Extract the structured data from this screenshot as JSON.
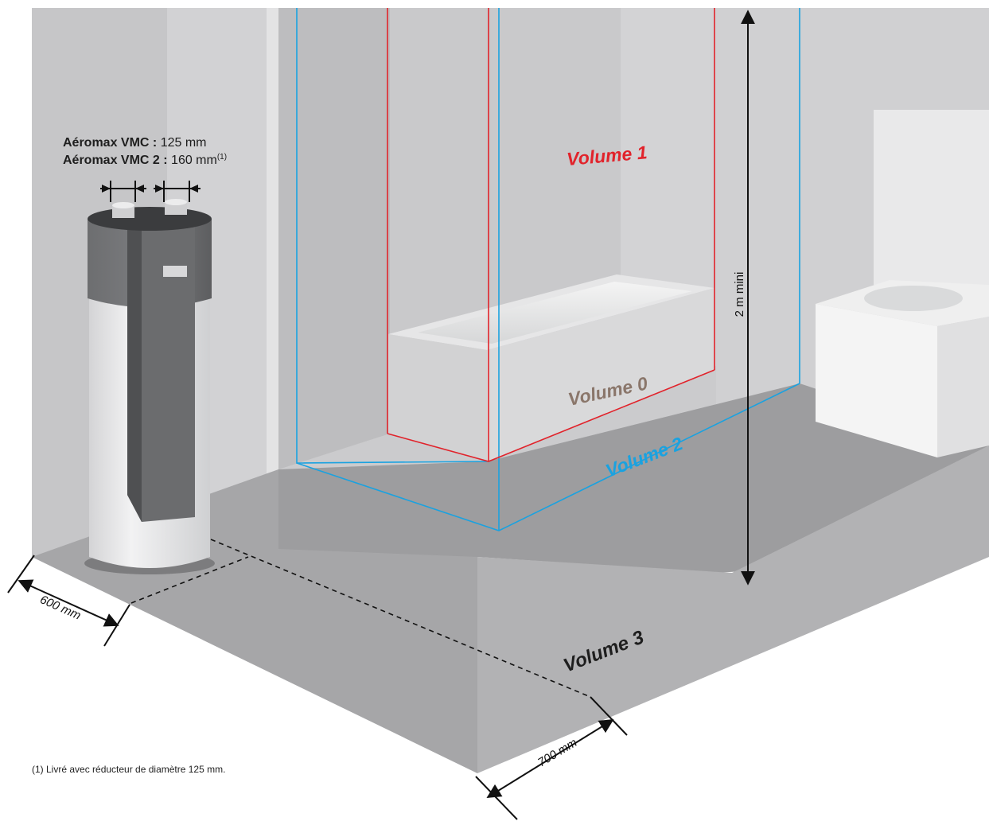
{
  "labels": {
    "vmc_name": "Aéromax VMC :",
    "vmc_size": " 125 mm",
    "vmc2_name": "Aéromax VMC 2 :",
    "vmc2_size": " 160 mm",
    "vmc2_note": "(1)",
    "height": "2 m mini",
    "width_600": "600 mm",
    "width_700": "700 mm",
    "footnote": "(1) Livré avec réducteur de diamètre 125 mm."
  },
  "zones": {
    "volume0": "Volume 0",
    "volume1": "Volume 1",
    "volume2": "Volume 2",
    "volume3": "Volume 3"
  },
  "colors": {
    "volume0": "#8a766a",
    "volume1": "#e1232b",
    "volume2": "#1aa2e0",
    "volume3": "#1e1e1e"
  }
}
